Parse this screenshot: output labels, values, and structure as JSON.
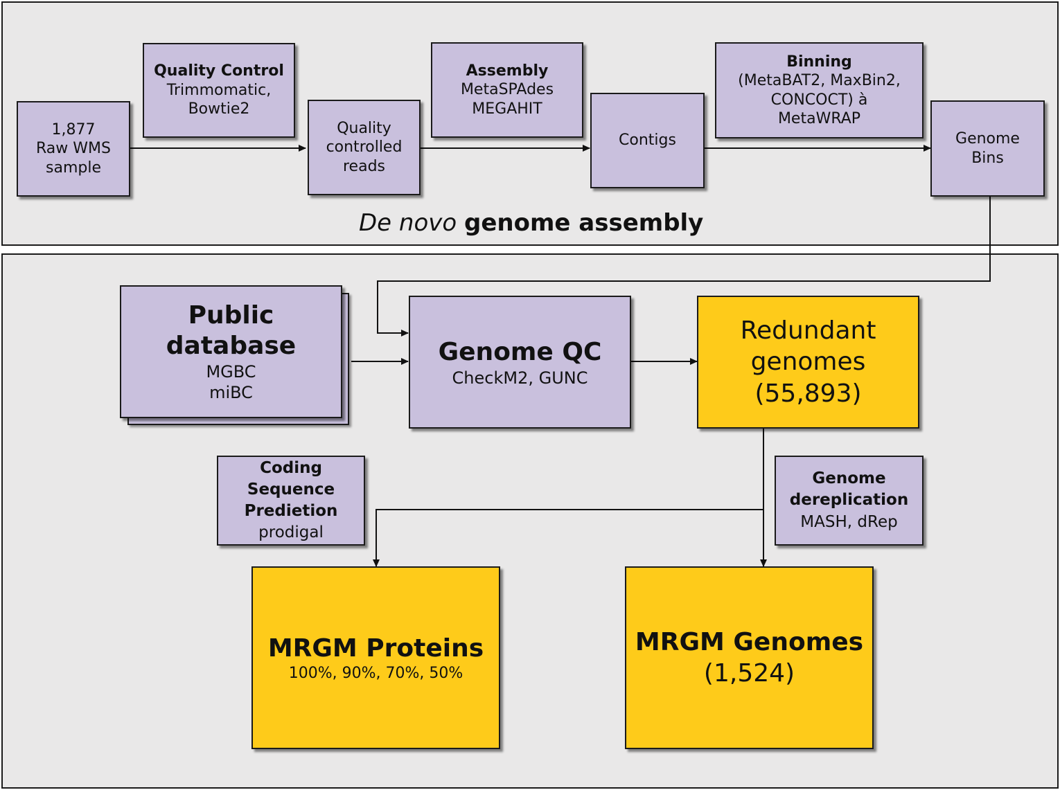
{
  "section_top": {
    "title_italic": "De novo",
    "title_bold": "genome assembly"
  },
  "nodes": {
    "raw_sample": [
      "1,877",
      "Raw WMS",
      "sample"
    ],
    "quality_control": {
      "title": "Quality Control",
      "lines": [
        "Trimmomatic,",
        "Bowtie2"
      ]
    },
    "qc_reads": [
      "Quality",
      "controlled",
      "reads"
    ],
    "assembly": {
      "title": "Assembly",
      "lines": [
        "MetaSPAdes",
        "MEGAHIT"
      ]
    },
    "contigs": "Contigs",
    "binning": {
      "title": "Binning",
      "lines": [
        "(MetaBAT2, MaxBin2,",
        "CONCOCT) à",
        "MetaWRAP"
      ]
    },
    "genome_bins": [
      "Genome",
      "Bins"
    ],
    "public_db": {
      "title_lines": [
        "Public",
        "database"
      ],
      "lines": [
        "MGBC",
        "miBC"
      ]
    },
    "genome_qc": {
      "title": "Genome QC",
      "sub": "CheckM2, GUNC"
    },
    "redundant": [
      "Redundant",
      "genomes",
      "(55,893)"
    ],
    "cds": {
      "title_lines": [
        "Coding",
        "Sequence",
        "Predietion"
      ],
      "sub": "prodigal"
    },
    "dereplication": {
      "title_lines": [
        "Genome",
        "dereplication"
      ],
      "sub": "MASH, dRep"
    },
    "proteins": {
      "title": "MRGM Proteins",
      "sub": "100%, 90%, 70%, 50%"
    },
    "genomes": {
      "title": "MRGM Genomes",
      "sub": "(1,524)"
    }
  }
}
